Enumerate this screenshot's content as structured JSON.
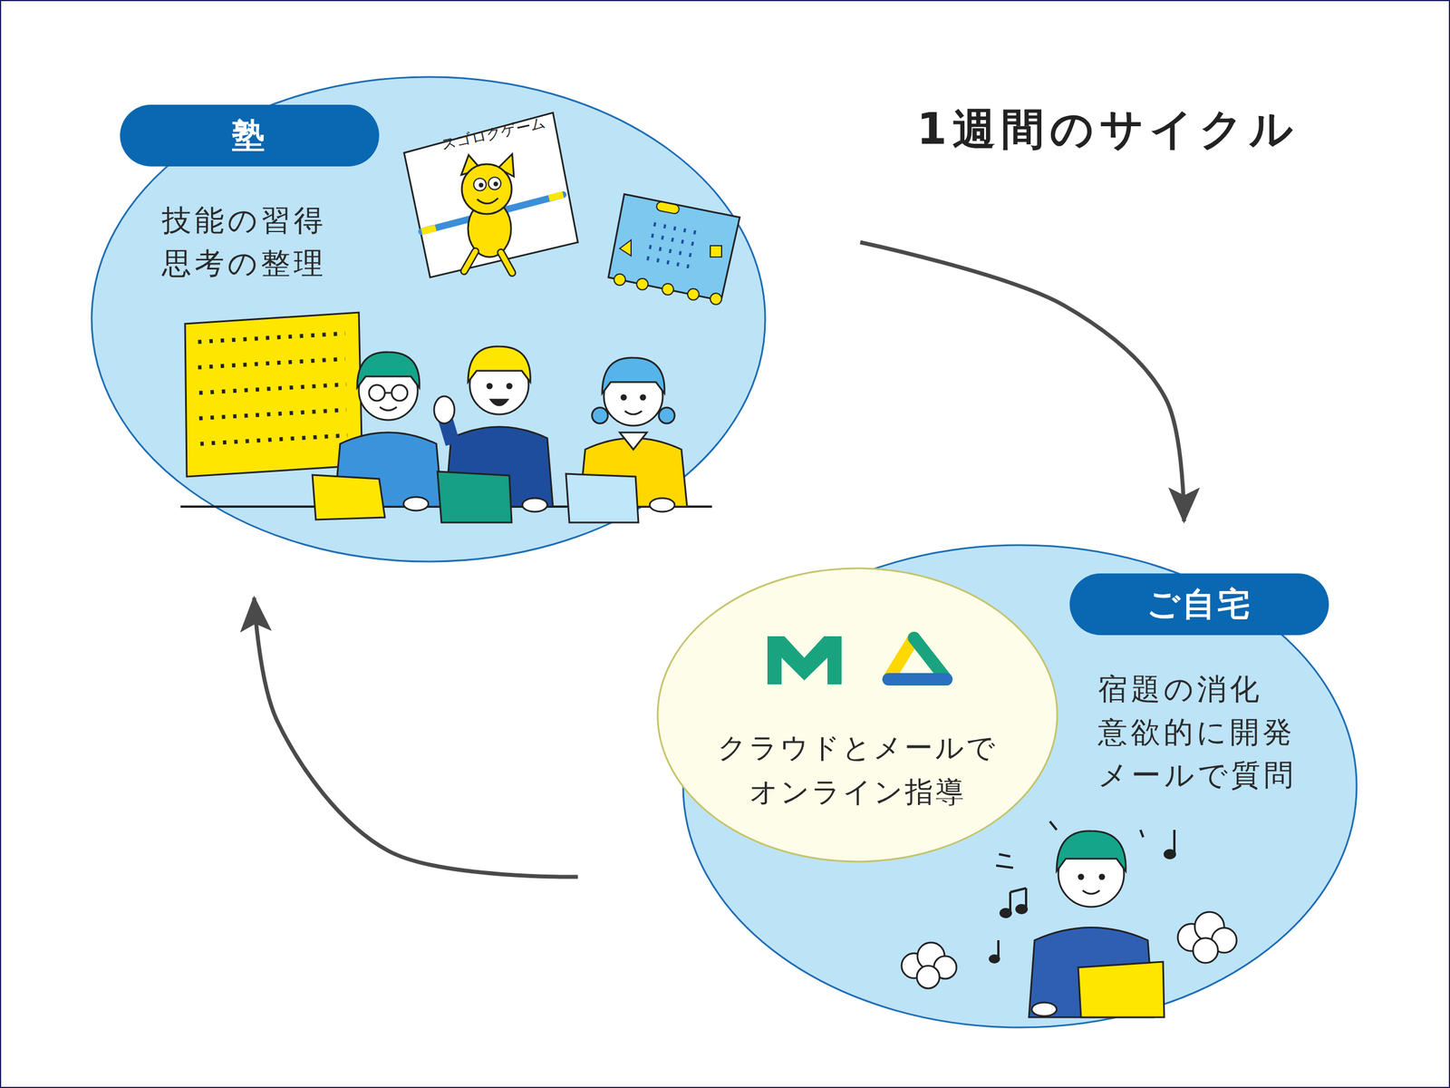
{
  "diagram": {
    "title": "1週間のサイクル",
    "nodes": [
      {
        "text": [
          "塾",
          "技能の習得 思考の整理"
        ]
      },
      {
        "text": [
          "ご自宅",
          "宿題の消化 意欲的に開発 メールで質問"
        ]
      },
      {
        "text": [
          "クラウドとメールで オンライン指導"
        ]
      }
    ],
    "edges": [
      {
        "from": 0,
        "to": 1,
        "arrow": "to"
      },
      {
        "from": 1,
        "to": 0,
        "arrow": "to"
      }
    ],
    "labels": [
      "スゴロクゲーム"
    ]
  }
}
